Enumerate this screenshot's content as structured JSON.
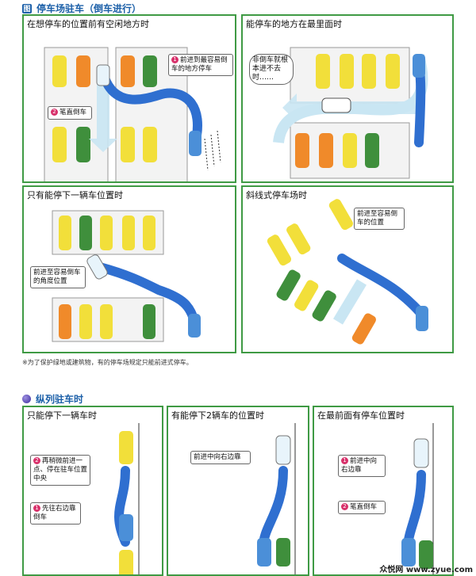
{
  "section1": {
    "icon": "图",
    "title": "停车场驻车（倒车进行）"
  },
  "panels1": [
    {
      "title": "在想停车的位置前有空闲地方时",
      "callouts": [
        {
          "num": "1",
          "text": "前进到最容易倒车的地方停车"
        },
        {
          "num": "2",
          "text": "笔直倒车"
        }
      ]
    },
    {
      "title": "能停车的地方在最里面时",
      "callouts": [
        {
          "text": "非倒车就根本进不去时……"
        }
      ]
    },
    {
      "title": "只有能停下一辆车位置时",
      "callouts": [
        {
          "text": "前进至容易倒车的角度位置"
        }
      ]
    },
    {
      "title": "斜线式停车场时",
      "callouts": [
        {
          "text": "前进至容易倒车的位置"
        }
      ]
    }
  ],
  "note": "※为了保护绿地或建筑物，有的停车场规定只能前进式停车。",
  "section2": {
    "title": "纵列驻车时"
  },
  "panels2": [
    {
      "title": "只能停下一辆车时",
      "callouts": [
        {
          "num": "2",
          "text": "再稍微前进一点、停在驻车位置中央"
        },
        {
          "num": "1",
          "text": "先往右边靠倒车"
        }
      ]
    },
    {
      "title": "有能停下2辆车的位置时",
      "callouts": [
        {
          "text": "前进中向右边靠"
        }
      ]
    },
    {
      "title": "在最前面有停车位置时",
      "callouts": [
        {
          "num": "1",
          "text": "前进中向右边靠"
        },
        {
          "num": "2",
          "text": "笔直倒车"
        }
      ]
    }
  ],
  "footer": "众悦网 www.zyue.com",
  "colors": {
    "accent": "#1b5fa8",
    "frame": "#3f9a44",
    "path": "#2f6fd0",
    "arrow": "#c9e6f3",
    "yellow": "#f2df3a",
    "orange": "#f08a2a",
    "green": "#3f8f3c",
    "blue": "#4b8fd8",
    "number": "#d8316b"
  }
}
